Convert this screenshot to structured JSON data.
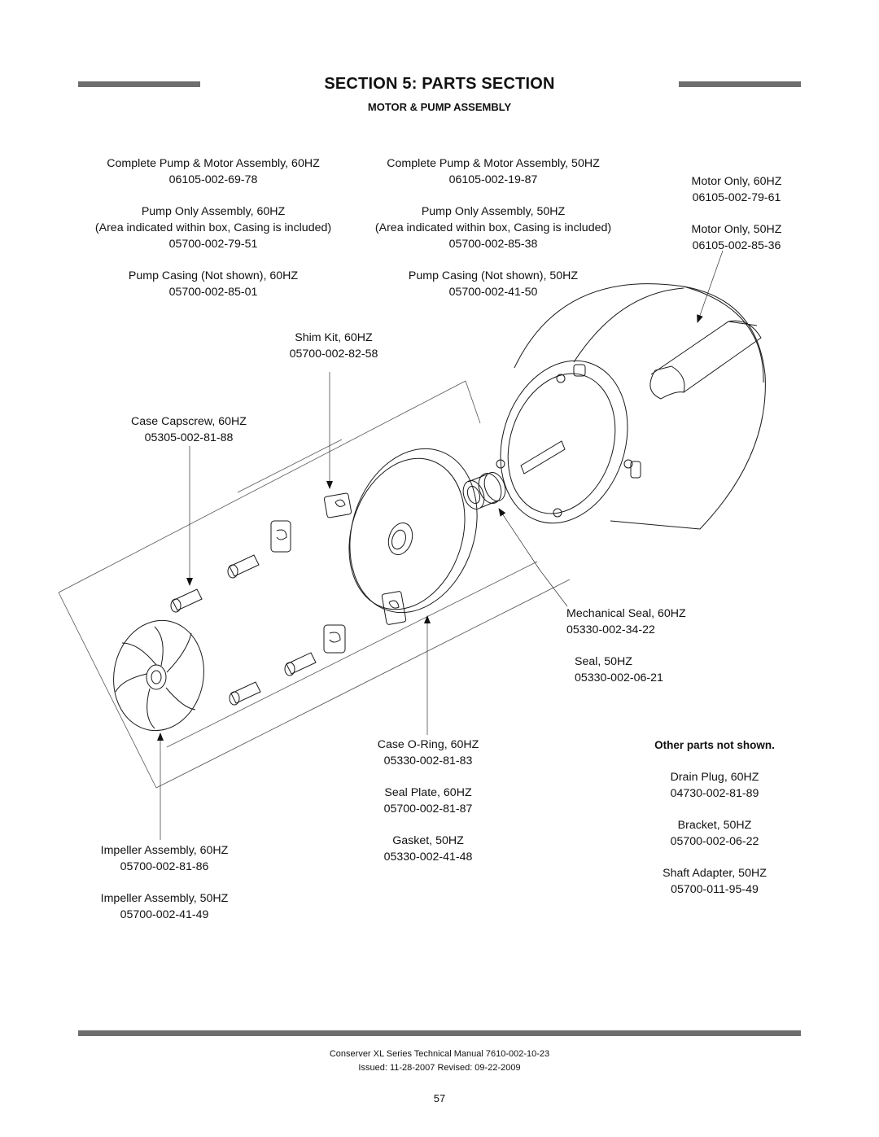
{
  "header": {
    "title": "SECTION 5: PARTS SECTION",
    "subtitle": "MOTOR & PUMP ASSEMBLY"
  },
  "col_60hz": {
    "assembly_label": "Complete Pump & Motor Assembly, 60HZ",
    "assembly_part": "06105-002-69-78",
    "pump_label": "Pump Only Assembly, 60HZ",
    "pump_note": "(Area indicated within box, Casing is included)",
    "pump_part": "05700-002-79-51",
    "casing_label": "Pump Casing (Not shown), 60HZ",
    "casing_part": "05700-002-85-01"
  },
  "col_50hz": {
    "assembly_label": "Complete Pump & Motor Assembly, 50HZ",
    "assembly_part": "06105-002-19-87",
    "pump_label": "Pump Only Assembly, 50HZ",
    "pump_note": "(Area indicated within box, Casing is included)",
    "pump_part": "05700-002-85-38",
    "casing_label": "Pump Casing (Not shown), 50HZ",
    "casing_part": "05700-002-41-50"
  },
  "motor": {
    "label_60": "Motor Only, 60HZ",
    "part_60": "06105-002-79-61",
    "label_50": "Motor Only, 50HZ",
    "part_50": "06105-002-85-36"
  },
  "shim": {
    "label": "Shim Kit, 60HZ",
    "part": "05700-002-82-58"
  },
  "capscrew": {
    "label": "Case Capscrew, 60HZ",
    "part": "05305-002-81-88"
  },
  "seal": {
    "mech_label": "Mechanical Seal, 60HZ",
    "mech_part": "05330-002-34-22",
    "seal_label": "Seal, 50HZ",
    "seal_part": "05330-002-06-21"
  },
  "center_parts": {
    "oring_label": "Case O-Ring, 60HZ",
    "oring_part": "05330-002-81-83",
    "plate_label": "Seal Plate, 60HZ",
    "plate_part": "05700-002-81-87",
    "gasket_label": "Gasket, 50HZ",
    "gasket_part": "05330-002-41-48"
  },
  "impeller": {
    "label_60": "Impeller Assembly, 60HZ",
    "part_60": "05700-002-81-86",
    "label_50": "Impeller Assembly, 50HZ",
    "part_50": "05700-002-41-49"
  },
  "other": {
    "heading": "Other parts not shown.",
    "drain_label": "Drain Plug, 60HZ",
    "drain_part": "04730-002-81-89",
    "bracket_label": "Bracket, 50HZ",
    "bracket_part": "05700-002-06-22",
    "adapter_label": "Shaft Adapter, 50HZ",
    "adapter_part": "05700-011-95-49"
  },
  "footer": {
    "manual": "Conserver XL Series Technical Manual 7610-002-10-23",
    "issued": "Issued: 11-28-2007  Revised: 09-22-2009",
    "page": "57"
  }
}
